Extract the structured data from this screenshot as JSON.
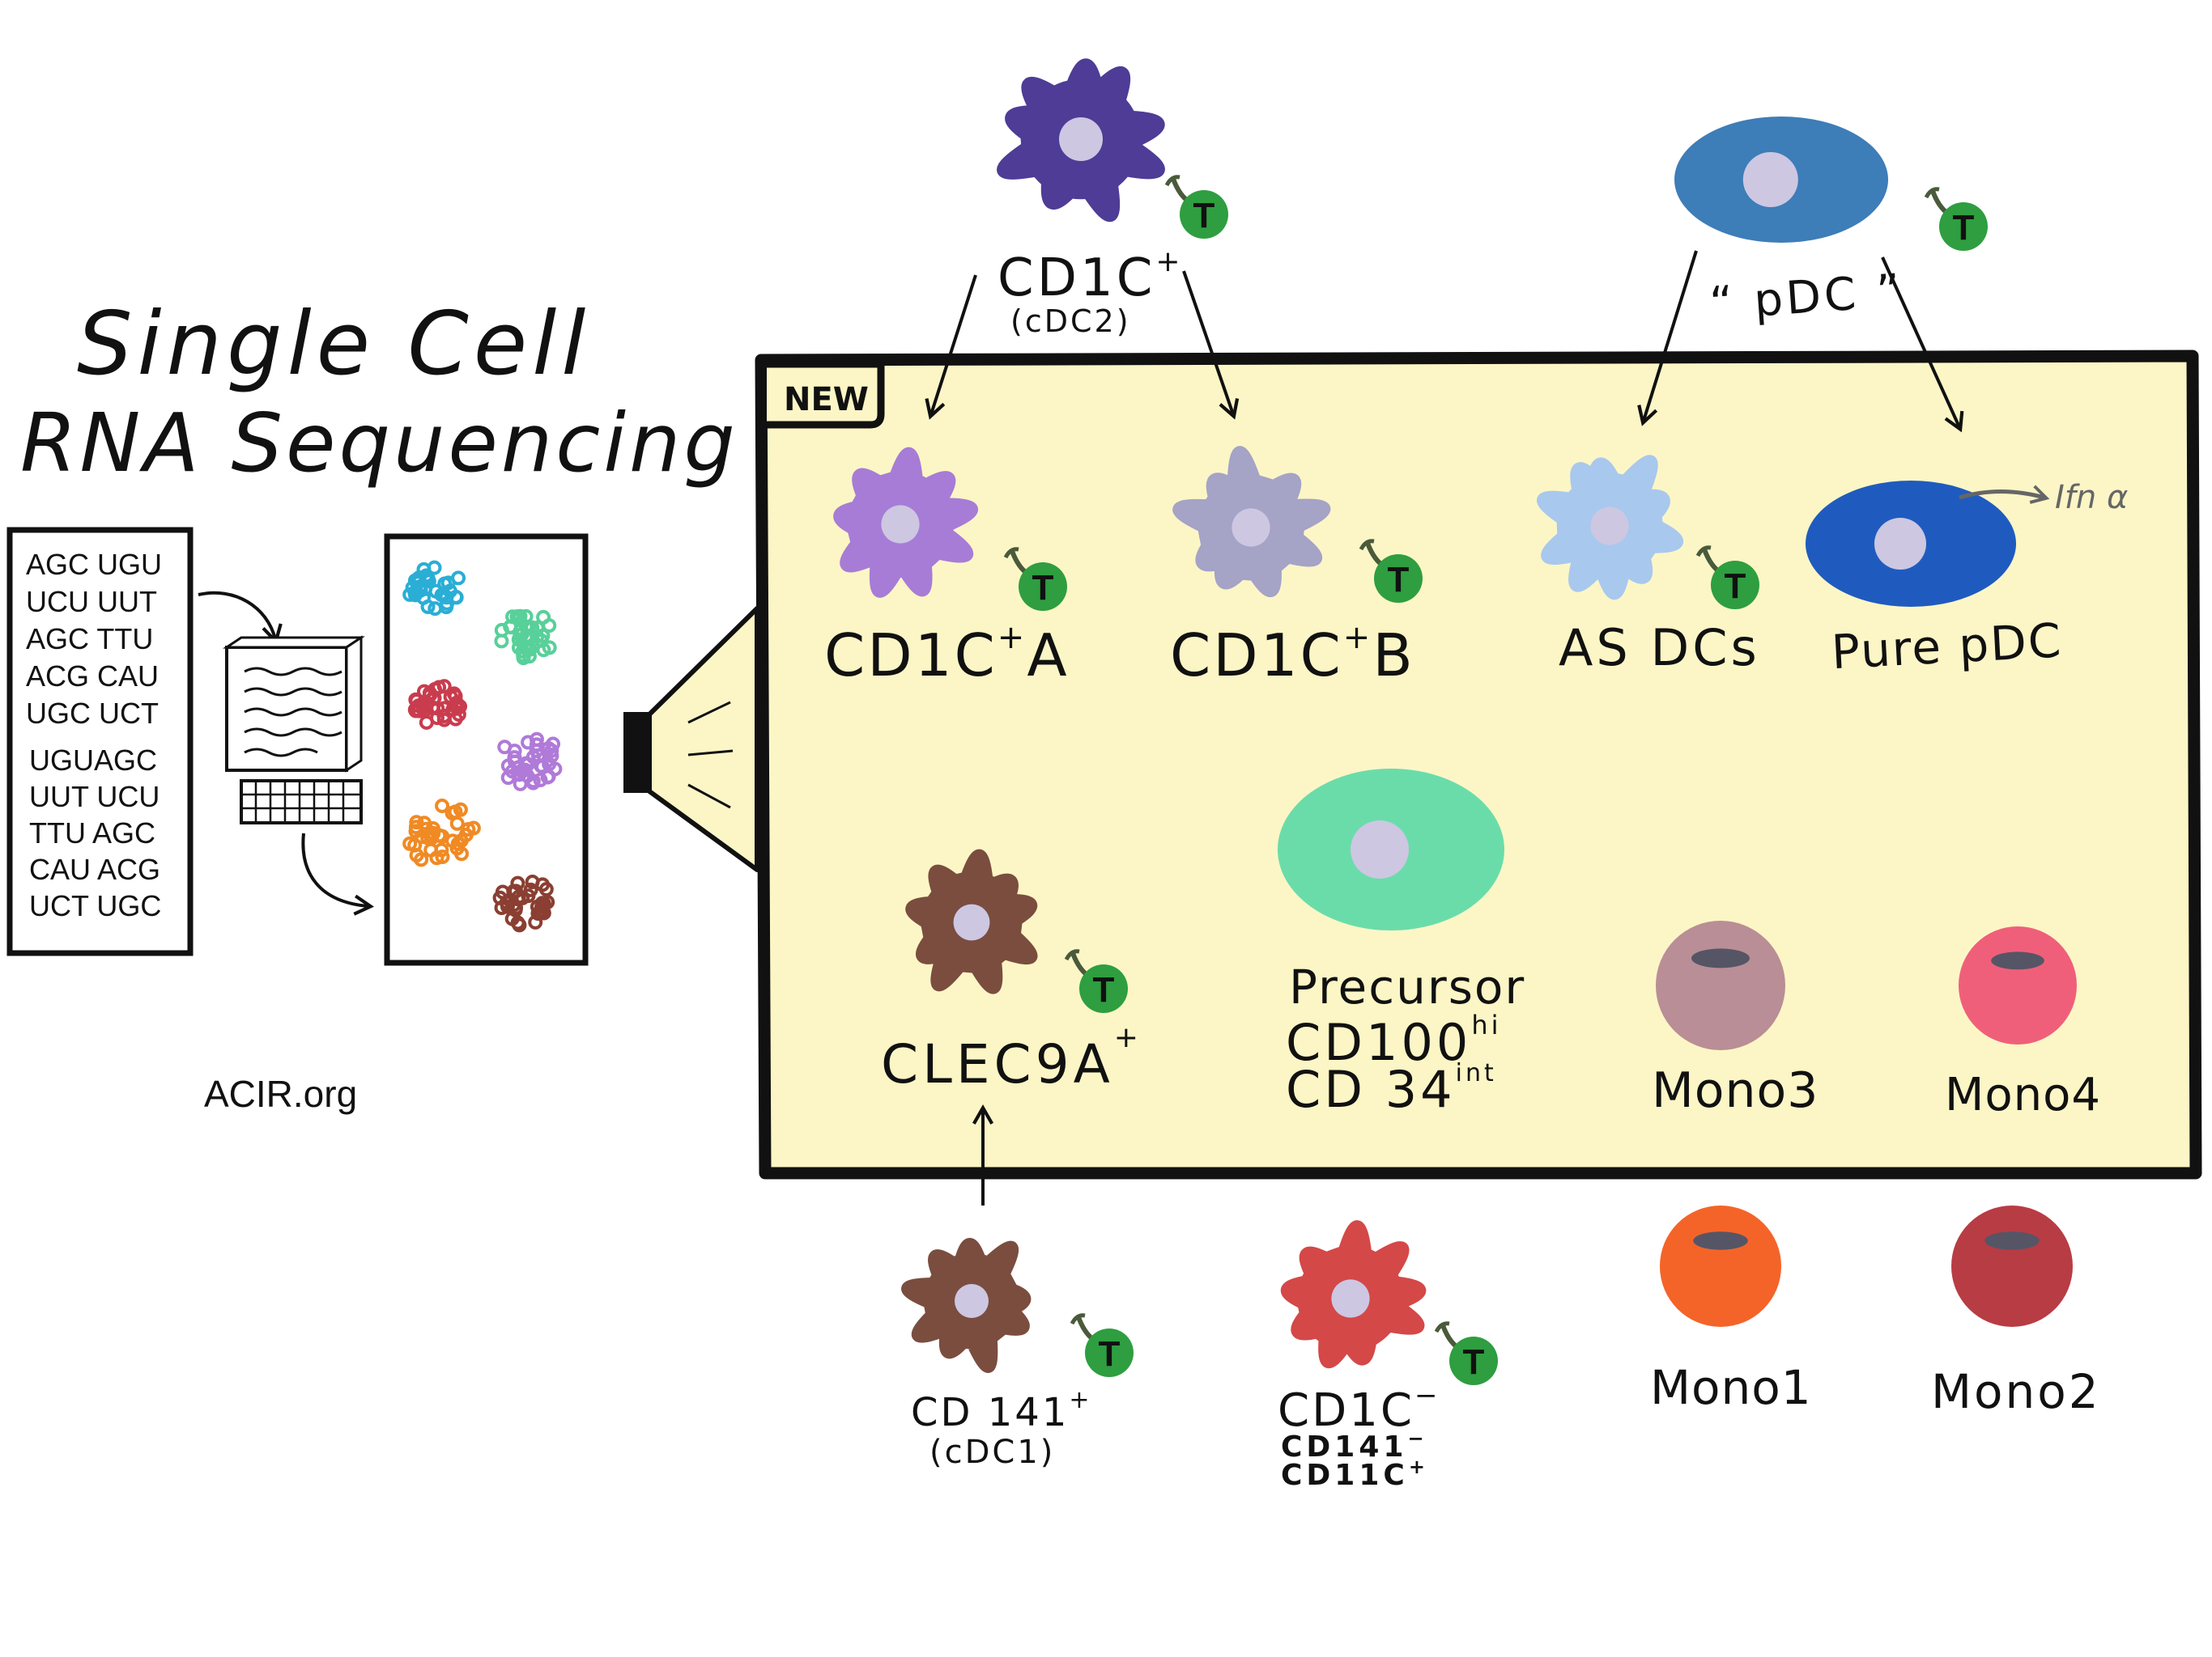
{
  "title": {
    "line1": "Single Cell",
    "line2": "RNA Sequencing"
  },
  "source": "ACIR.org",
  "rna_block_1": [
    "AGC UGU",
    "UCU UUT",
    "AGC TTU",
    "ACG CAU",
    "UGC UCT"
  ],
  "rna_block_2": [
    "UGUAGC",
    "UUT UCU",
    "TTU AGC",
    "CAU ACG",
    "UCT UGC"
  ],
  "new_badge": "NEW",
  "t_cell_glyph": "T",
  "top_cells": {
    "cd1c": {
      "label": "CD1C",
      "sup": "+",
      "sub": "(cDC2)",
      "color": "#4e3c96"
    },
    "pdc": {
      "label": "“ pDC ”",
      "color": "#3d7db8"
    }
  },
  "new_cells": {
    "cd1c_a": {
      "label": "CD1C",
      "sup": "+",
      "suffix": "A",
      "color": "#a77cd6"
    },
    "cd1c_b": {
      "label": "CD1C",
      "sup": "+",
      "suffix": "B",
      "color": "#a5a3c6"
    },
    "as_dcs": {
      "label": "AS DCs",
      "color": "#a8c8ee"
    },
    "pure_pdc": {
      "label": "Pure pDC",
      "color": "#1f5bbf",
      "secretes": "Ifn α"
    },
    "clec9a": {
      "label": "CLEC9A",
      "sup": "+",
      "color": "#7a4d3f"
    },
    "precursor": {
      "label": "Precursor",
      "line2": "CD100",
      "line2_sup": "hi",
      "line3": "CD 34",
      "line3_sup": "int",
      "color": "#6adcaa"
    },
    "mono3": {
      "label": "Mono3",
      "color": "#b98e96"
    },
    "mono4": {
      "label": "Mono4",
      "color": "#f05f7a"
    }
  },
  "bottom_cells": {
    "cd141": {
      "label": "CD 141",
      "sup": "+",
      "sub": "(cDC1)",
      "color": "#7a4d3f"
    },
    "cd1c_neg": {
      "label": "CD1C",
      "sup": "−",
      "line2": "CD141",
      "line2_sup": "−",
      "line3": "CD11C",
      "line3_sup": "+",
      "color": "#d44848"
    },
    "mono1": {
      "label": "Mono1",
      "color": "#f46428"
    },
    "mono2": {
      "label": "Mono2",
      "color": "#b83c44"
    }
  },
  "colors": {
    "panel_fill": "#fcf6c6",
    "nucleus": "#cdc7e2",
    "t_cell": "#2e9e40",
    "receptor": "#4a5a3a",
    "cluster_colors": [
      "#2aaed6",
      "#58d09a",
      "#c93c4e",
      "#b07ad8",
      "#f08a24",
      "#8a3f32"
    ]
  }
}
